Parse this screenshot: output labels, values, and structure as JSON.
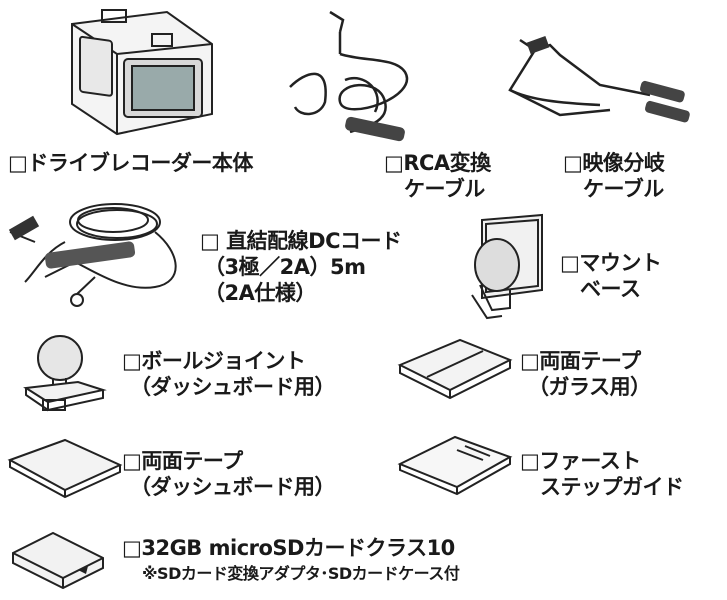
{
  "items": [
    {
      "lines": [
        "□ドライブレコーダー本体"
      ]
    },
    {
      "lines": [
        "□RCA変換",
        "ケーブル"
      ]
    },
    {
      "lines": [
        "□映像分岐",
        "ケーブル"
      ]
    },
    {
      "lines": [
        "□ 直結配線DCコード",
        "（3極／2A）5m",
        "（2A仕様）"
      ]
    },
    {
      "lines": [
        "□マウント",
        "ベース"
      ]
    },
    {
      "lines": [
        "□ボールジョイント",
        "（ダッシュボード用）"
      ]
    },
    {
      "lines": [
        "□両面テープ",
        "（ガラス用）"
      ]
    },
    {
      "lines": [
        "□両面テープ",
        "（ダッシュボード用）"
      ]
    },
    {
      "lines": [
        "□ファースト",
        "ステップガイド"
      ]
    },
    {
      "lines": [
        "□32GB microSDカードクラス10",
        "※SDカード変換アダプタ･SDカードケース付"
      ]
    }
  ]
}
